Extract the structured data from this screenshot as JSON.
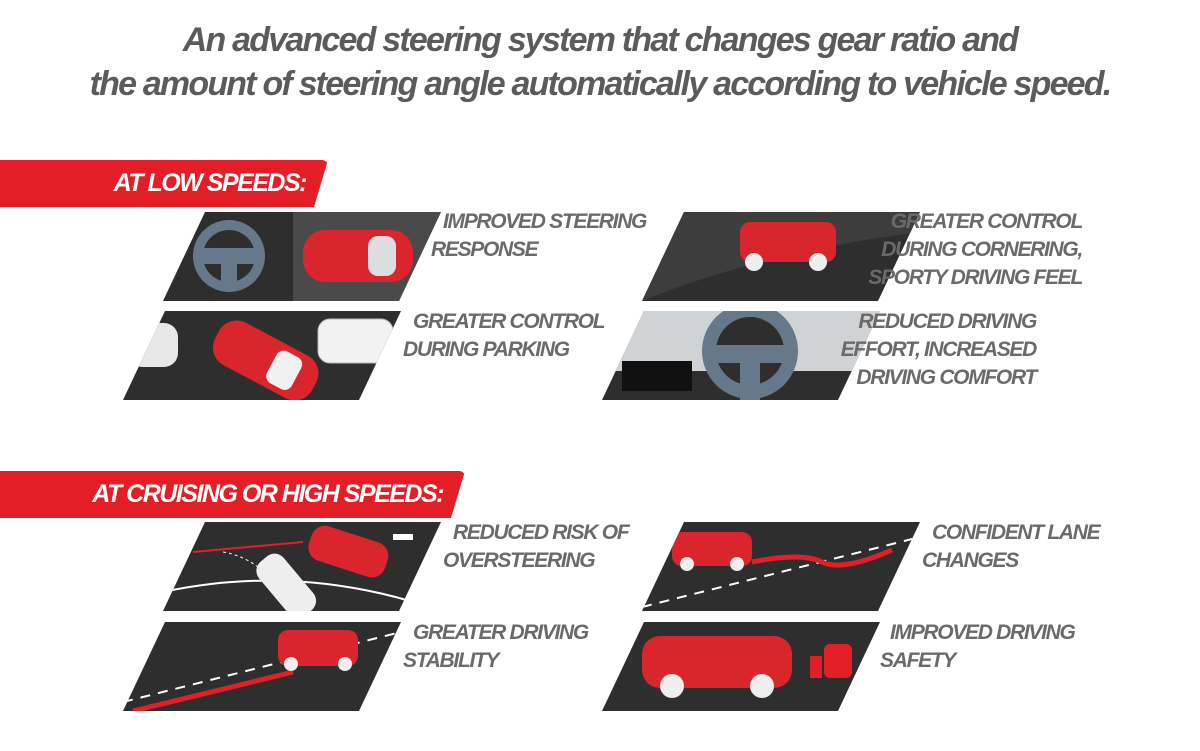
{
  "title": {
    "line1": "An advanced steering system that changes gear ratio and",
    "line2": "the amount of steering angle automatically according to vehicle speed."
  },
  "sections": [
    {
      "heading": "AT LOW SPEEDS:",
      "items": [
        {
          "lines": [
            "IMPROVED STEERING",
            "RESPONSE"
          ],
          "icon": "steering-wheel-and-car-icon"
        },
        {
          "lines": [
            "GREATER CONTROL",
            "DURING PARKING"
          ],
          "icon": "parking-cars-icon"
        },
        {
          "lines": [
            "GREATER CONTROL",
            "DURING CORNERING,",
            "SPORTY DRIVING FEEL"
          ],
          "icon": "cornering-car-icon"
        },
        {
          "lines": [
            "REDUCED DRIVING",
            "EFFORT, INCREASED",
            "DRIVING COMFORT"
          ],
          "icon": "dashboard-steering-wheel-icon"
        }
      ]
    },
    {
      "heading": "AT CRUISING OR HIGH SPEEDS:",
      "items": [
        {
          "lines": [
            "REDUCED RISK OF",
            "OVERSTEERING"
          ],
          "icon": "oversteer-car-icon"
        },
        {
          "lines": [
            "GREATER DRIVING",
            "STABILITY"
          ],
          "icon": "stable-road-car-icon"
        },
        {
          "lines": [
            "CONFIDENT LANE",
            "CHANGES"
          ],
          "icon": "lane-change-car-icon"
        },
        {
          "lines": [
            "IMPROVED DRIVING",
            "SAFETY"
          ],
          "icon": "thumbs-up-car-icon"
        }
      ]
    }
  ],
  "colors": {
    "accent": "#e41e26",
    "panel": "#2e2e2e",
    "text": "#5b5b5b"
  }
}
